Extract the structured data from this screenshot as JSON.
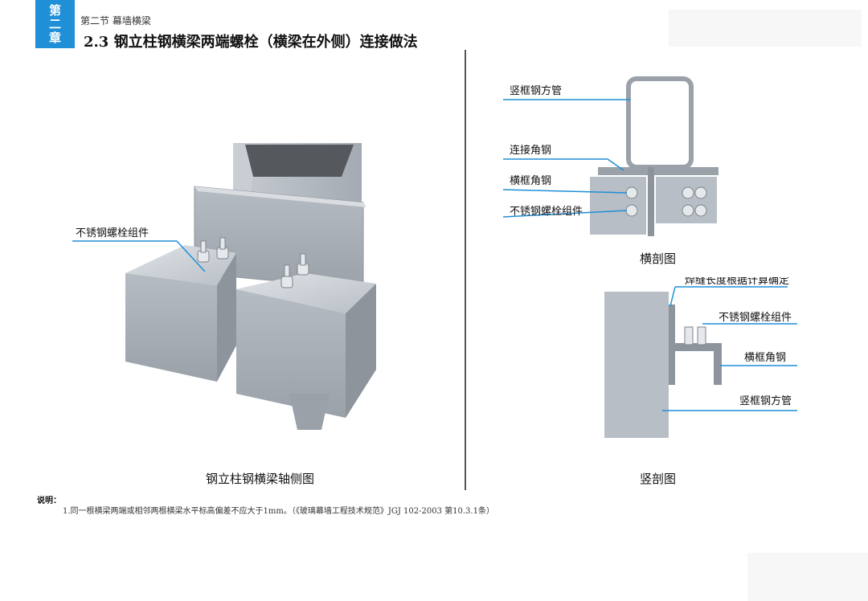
{
  "header": {
    "chapter_line1": "第",
    "chapter_line2": "二",
    "chapter_line3": "章",
    "section": "第二节  幕墙横梁",
    "title": "2.3  钢立柱钢横梁两端螺栓（横梁在外侧）连接做法"
  },
  "iso_view": {
    "callout": "不锈钢螺栓组件",
    "caption": "钢立柱钢横梁轴侧图"
  },
  "cross_section": {
    "labels": [
      "竖框钢方管",
      "连接角钢",
      "横框角钢",
      "不锈钢螺栓组件"
    ],
    "caption": "横剖图"
  },
  "vertical_section": {
    "labels": [
      "焊缝长度根据计算确定",
      "不锈钢螺栓组件",
      "横框角钢",
      "竖框钢方管"
    ],
    "caption": "竖剖图"
  },
  "notes": {
    "heading": "说明：",
    "items": [
      "1.同一根横梁两端或相邻两根横梁水平标高偏差不应大于1mm。（《玻璃幕墙工程技术规范》JGJ 102-2003 第10.3.1条）"
    ]
  },
  "colors": {
    "accent": "#1f8fd8",
    "steel": "#a9b0b8",
    "callout_line": "#1f8fd8"
  }
}
